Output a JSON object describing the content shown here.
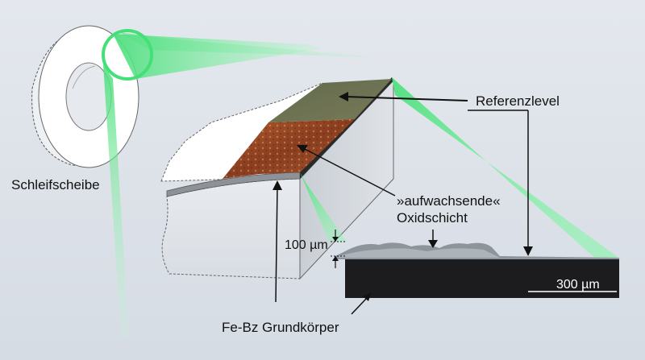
{
  "labels": {
    "wheel": "Schleifscheibe",
    "reference_level": "Referenzlevel",
    "oxide_line1": "»aufwachsende«",
    "oxide_line2": "Oxidschicht",
    "thickness": "100 µm",
    "base_body": "Fe-Bz Grundkörper",
    "scale_bar": "300 µm"
  },
  "colors": {
    "background": "#dfe4ea",
    "beam": "#5ef08a",
    "oxide": "#9a4a26",
    "reference_surface": "#6d7052",
    "micrograph": "#1c1c1f"
  }
}
